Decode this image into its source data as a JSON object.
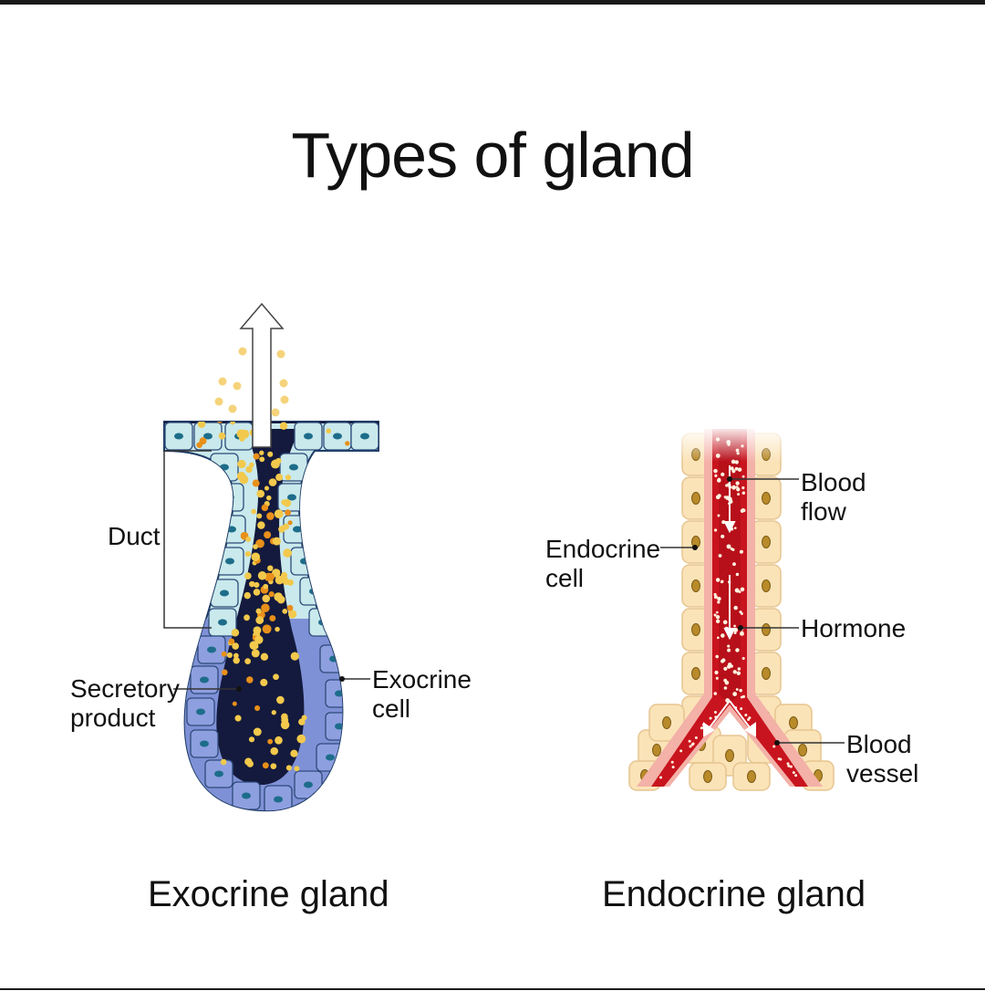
{
  "title": "Types of gland",
  "exocrine": {
    "caption": "Exocrine gland",
    "labels": {
      "duct": "Duct",
      "secretory_product": "Secretory\nproduct",
      "exocrine_cell": "Exocrine\ncell"
    }
  },
  "endocrine": {
    "caption": "Endocrine gland",
    "labels": {
      "blood_flow": "Blood\nflow",
      "endocrine_cell": "Endocrine\ncell",
      "hormone": "Hormone",
      "blood_vessel": "Blood\nvessel"
    }
  },
  "colors": {
    "duct_cells": "#c9e9ec",
    "secretory_cells": "#7f91d6",
    "lumen": "#141a3d",
    "granules": "#f2c94c",
    "granules_dark": "#e8901a",
    "endocrine_cells": "#fbe3b8",
    "nucleus_endo": "#b88a2a",
    "blood": "#c8141e",
    "vessel_wall": "#f3b1a8"
  }
}
